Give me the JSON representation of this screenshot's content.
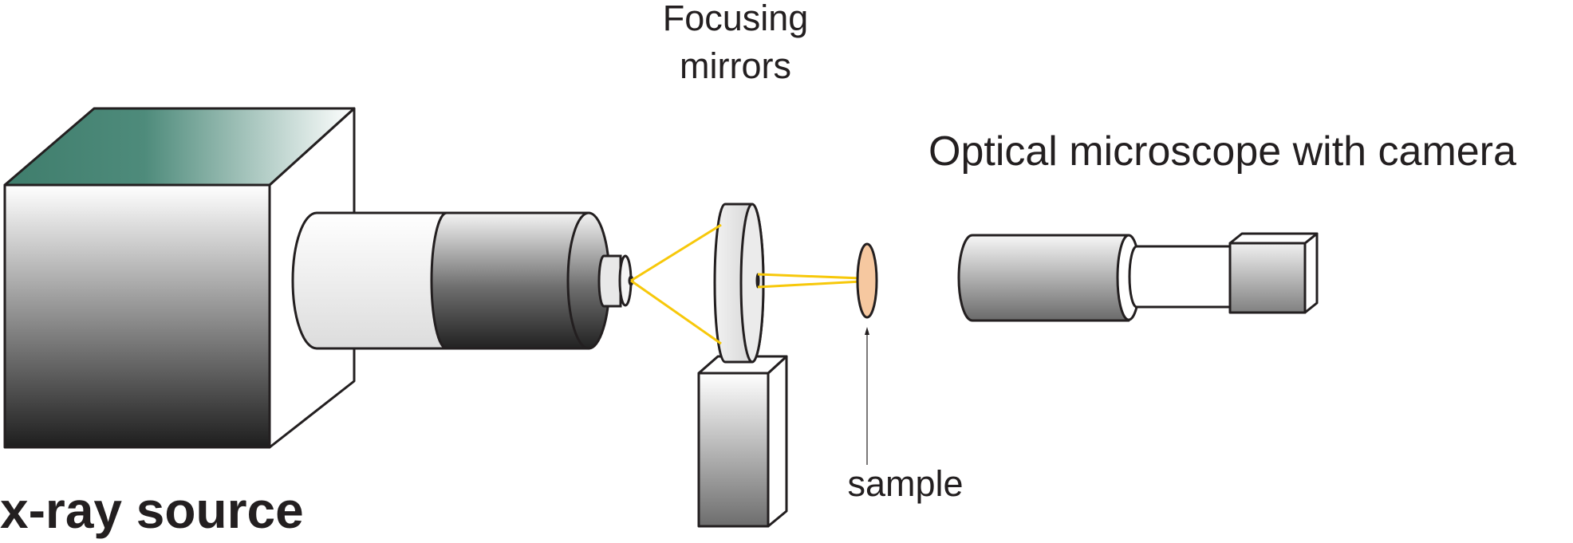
{
  "labels": {
    "focusing_line1": "Focusing",
    "focusing_line2": "mirrors",
    "microscope": "Optical microscope with camera",
    "sample": "sample",
    "source": "x-ray source"
  },
  "colors": {
    "outline": "#231f20",
    "beam": "#f7c80a",
    "box_top_teal": "#4e8b7b",
    "sample_fill": "#f6c8a0"
  }
}
